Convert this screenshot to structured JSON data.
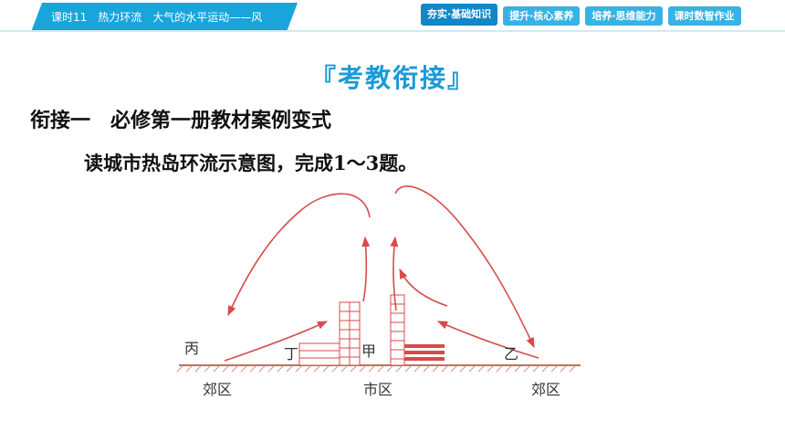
{
  "header": {
    "lesson_title": "课时11　热力环流　大气的水平运动——风",
    "tabs": [
      {
        "label": "夯实·基础知识",
        "active": true
      },
      {
        "label": "提升·核心素养",
        "active": false
      },
      {
        "label": "培养·思维能力",
        "active": false
      },
      {
        "label": "课时数智作业",
        "active": false
      }
    ]
  },
  "main": {
    "section_heading": "『考教衔接』",
    "subtitle": "衔接一　必修第一册教材案例变式",
    "instruction": "读城市热岛环流示意图，完成1～3题。",
    "diagram": {
      "labels": {
        "bing": "丙",
        "ding": "丁",
        "jia": "甲",
        "yi": "乙",
        "suburb_left": "郊区",
        "city": "市区",
        "suburb_right": "郊区"
      }
    }
  },
  "colors": {
    "accent": "#1aa4dc",
    "active_tab": "#0f87c8",
    "arrow": "#d94a4a"
  }
}
